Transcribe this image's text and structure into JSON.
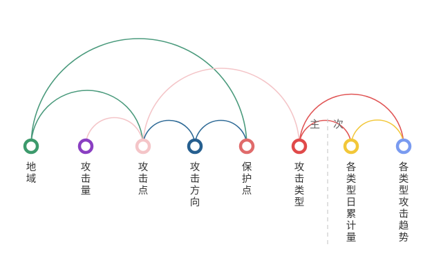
{
  "nodes": [
    {
      "id": "diyu",
      "label": "地域",
      "color": "#3d9a6c"
    },
    {
      "id": "gongjiliang",
      "label": "攻击量",
      "color": "#8a3fc2"
    },
    {
      "id": "gongjidian",
      "label": "攻击点",
      "color": "#f4c5c8"
    },
    {
      "id": "gongjifangxiang",
      "label": "攻击方向",
      "color": "#265f8f"
    },
    {
      "id": "baohudian",
      "label": "保护点",
      "color": "#e06b6b"
    },
    {
      "id": "gongjileixing",
      "label": "攻击类型",
      "color": "#e04a4a"
    },
    {
      "id": "gelei_rileiji",
      "label": "各类型日累计量",
      "color": "#f2c739"
    },
    {
      "id": "gelei_qushi",
      "label": "各类型攻击趋势",
      "color": "#7a9bf0"
    }
  ],
  "links": [
    {
      "from": "diyu",
      "to": "baohudian",
      "color": "#4a9a7c"
    },
    {
      "from": "diyu",
      "to": "gongjidian",
      "color": "#4a9a7c"
    },
    {
      "from": "gongjiliang",
      "to": "gongjidian",
      "color": "#f4c5c8"
    },
    {
      "from": "gongjidian",
      "to": "gongjileixing",
      "color": "#f4c5c8"
    },
    {
      "from": "gongjidian",
      "to": "gongjifangxiang",
      "color": "#2e6a96"
    },
    {
      "from": "gongjifangxiang",
      "to": "baohudian",
      "color": "#2e6a96"
    },
    {
      "from": "gongjileixing",
      "to": "gelei_qushi",
      "color": "#e05555"
    },
    {
      "from": "gongjileixing",
      "to": "gelei_rileiji",
      "color": "#e05555"
    },
    {
      "from": "gelei_rileiji",
      "to": "gelei_qushi",
      "color": "#f2c739"
    }
  ],
  "sections": {
    "primary": "主",
    "secondary": "次"
  }
}
